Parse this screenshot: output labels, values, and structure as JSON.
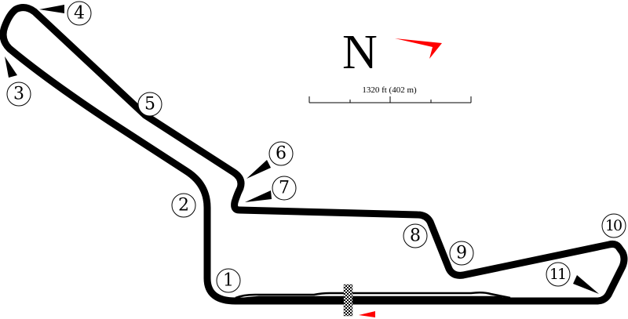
{
  "map": {
    "type": "race-circuit-layout",
    "north_indicator": {
      "letter": "N",
      "arrow_color": "#ff0000"
    },
    "scale_bar": {
      "label": "1320 ft (402 m)",
      "divisions": 4
    },
    "start_finish": {
      "marker": "checkered-flag",
      "direction_arrow_color": "#ff0000"
    },
    "corners": [
      {
        "number": "1"
      },
      {
        "number": "2"
      },
      {
        "number": "3"
      },
      {
        "number": "4"
      },
      {
        "number": "5"
      },
      {
        "number": "6"
      },
      {
        "number": "7"
      },
      {
        "number": "8"
      },
      {
        "number": "9"
      },
      {
        "number": "10"
      },
      {
        "number": "11"
      }
    ],
    "colors": {
      "track": "#000000",
      "accent": "#ff0000",
      "background": "#ffffff"
    }
  }
}
